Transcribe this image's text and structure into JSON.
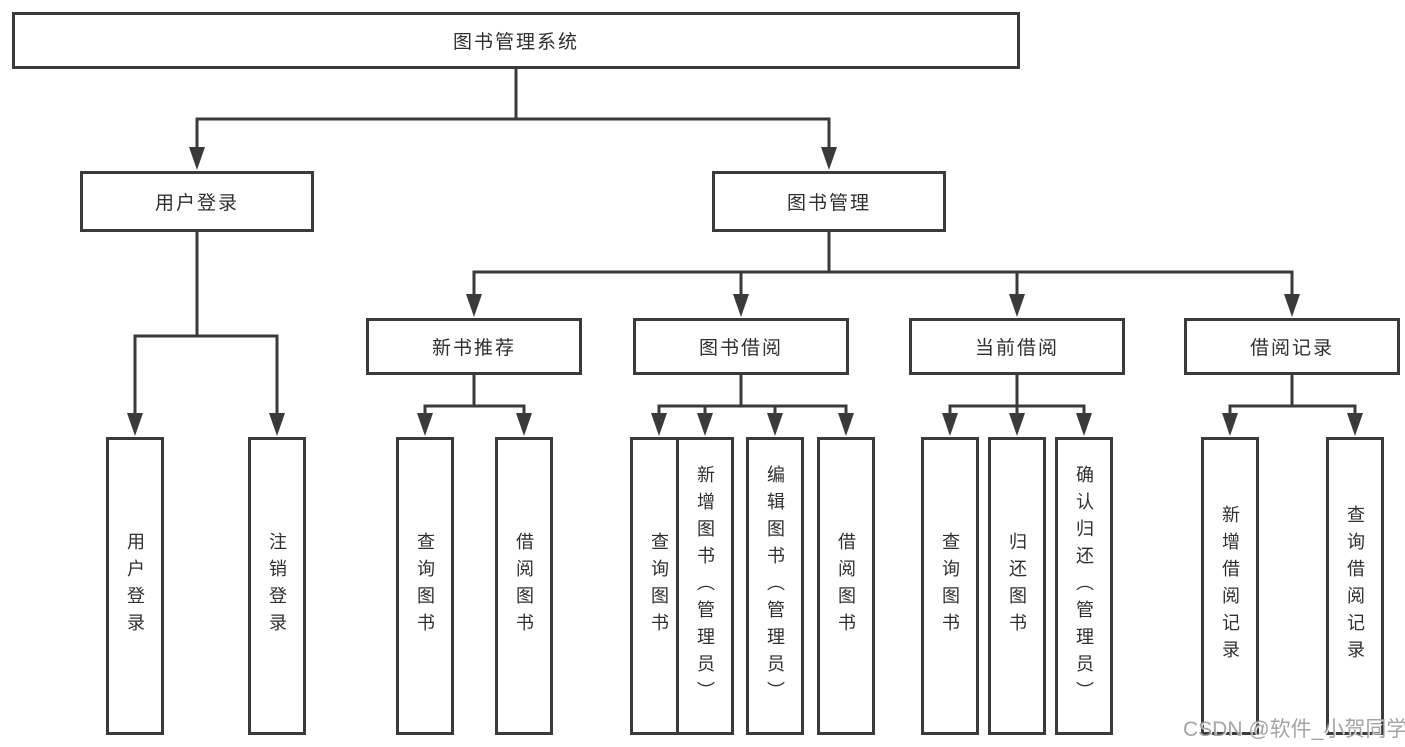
{
  "tree": {
    "label": "图书管理系统",
    "children": [
      {
        "label": "用户登录",
        "children": [
          {
            "label": "用户登录"
          },
          {
            "label": "注销登录"
          }
        ]
      },
      {
        "label": "图书管理",
        "children": [
          {
            "label": "新书推荐",
            "children": [
              {
                "label": "查询图书"
              },
              {
                "label": "借阅图书"
              }
            ]
          },
          {
            "label": "图书借阅",
            "children": [
              {
                "label": "查询图书"
              },
              {
                "label": "新增图书（管理员）"
              },
              {
                "label": "编辑图书（管理员）"
              },
              {
                "label": "借阅图书"
              }
            ]
          },
          {
            "label": "当前借阅",
            "children": [
              {
                "label": "查询图书"
              },
              {
                "label": "归还图书"
              },
              {
                "label": "确认归还（管理员）"
              }
            ]
          },
          {
            "label": "借阅记录",
            "children": [
              {
                "label": "新增借阅记录"
              },
              {
                "label": "查询借阅记录"
              }
            ]
          }
        ]
      }
    ]
  },
  "watermark": "CSDN @软件_小贺同学",
  "colors": {
    "line": "#3a3a3a",
    "border": "#3a3a3a",
    "text": "#2f2f2f",
    "watermark": "#949494",
    "background": "#ffffff"
  }
}
